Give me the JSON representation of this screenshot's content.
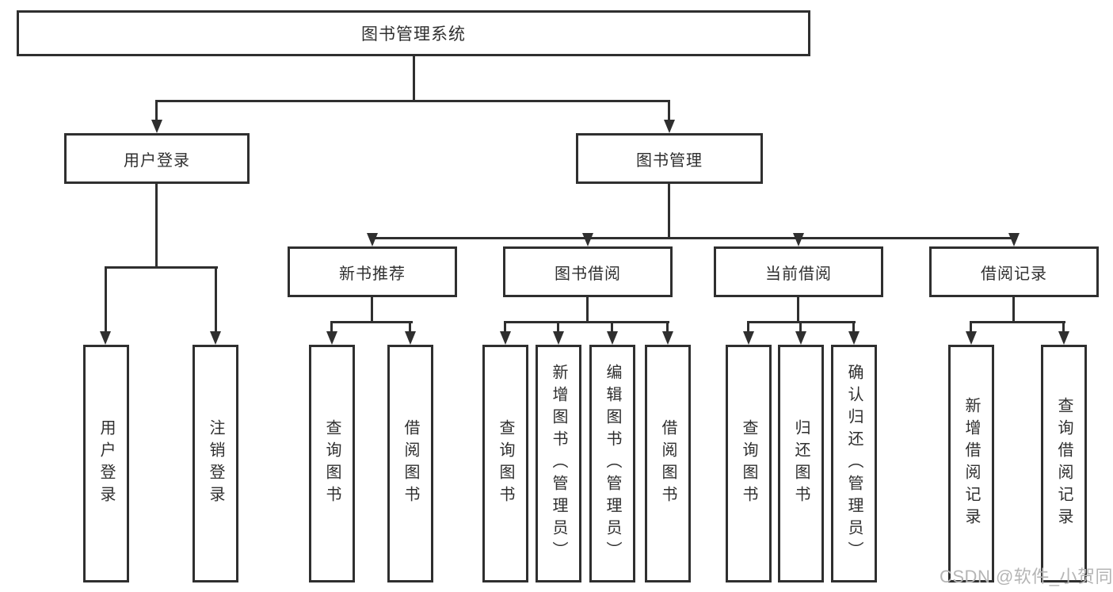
{
  "tree": {
    "root": {
      "label": "图书管理系统"
    },
    "branches": [
      {
        "label": "用户登录",
        "children": [
          {
            "label": "用户登录"
          },
          {
            "label": "注销登录"
          }
        ]
      },
      {
        "label": "图书管理",
        "children": [
          {
            "label": "新书推荐",
            "children": [
              {
                "label": "查询图书"
              },
              {
                "label": "借阅图书"
              }
            ]
          },
          {
            "label": "图书借阅",
            "children": [
              {
                "label": "查询图书"
              },
              {
                "label": "新增图书（管理员）"
              },
              {
                "label": "编辑图书（管理员）"
              },
              {
                "label": "借阅图书"
              }
            ]
          },
          {
            "label": "当前借阅",
            "children": [
              {
                "label": "查询图书"
              },
              {
                "label": "归还图书"
              },
              {
                "label": "确认归还（管理员）"
              }
            ]
          },
          {
            "label": "借阅记录",
            "children": [
              {
                "label": "新增借阅记录"
              },
              {
                "label": "查询借阅记录"
              }
            ]
          }
        ]
      }
    ]
  },
  "watermark": {
    "text": "CSDN @软件_小贺同学"
  },
  "colors": {
    "line": "#2f2f2f",
    "text": "#2f2f2f",
    "background": "#ffffff",
    "watermark": "#b5b5b5"
  }
}
